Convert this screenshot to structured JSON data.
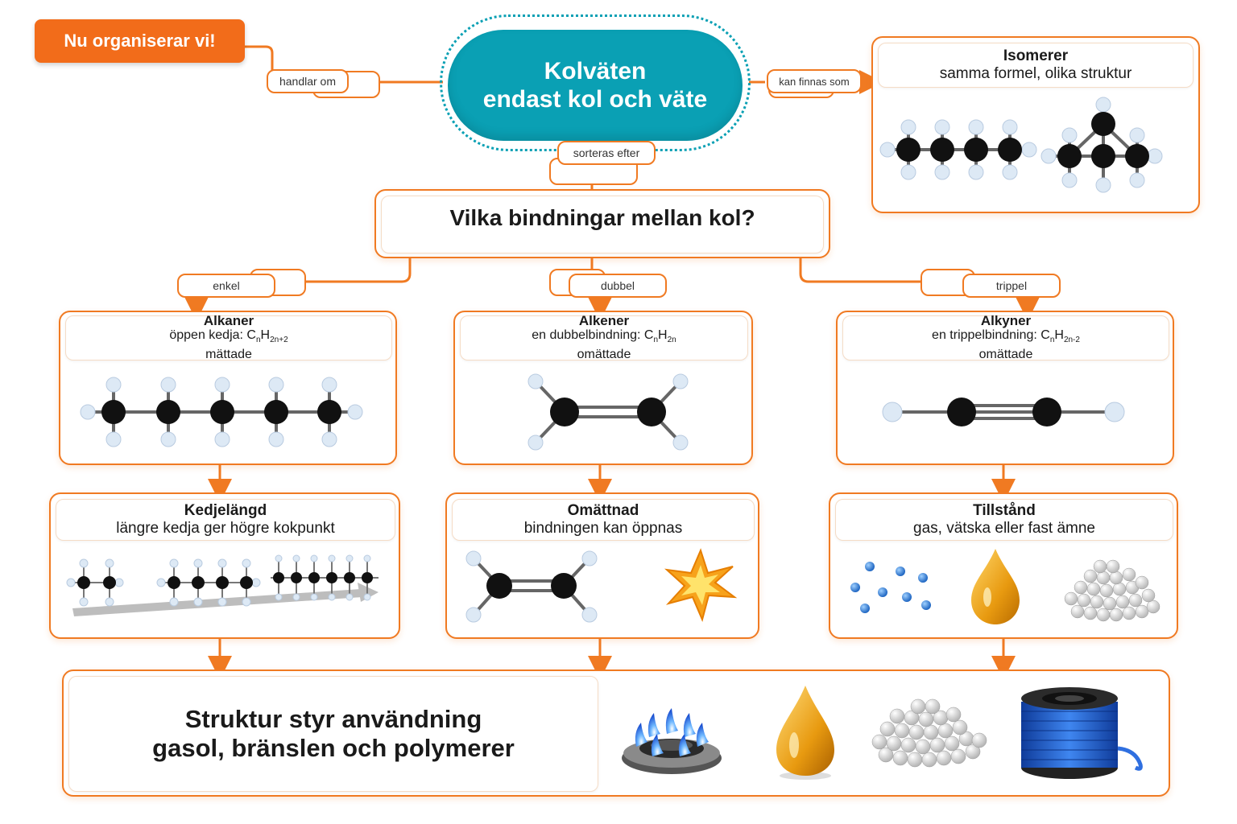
{
  "badge": {
    "label": "Nu organiserar vi!"
  },
  "root": {
    "title": "Kolväten",
    "subtitle": "endast kol och väte"
  },
  "edges": {
    "handlar_om": "handlar om",
    "kan_finnas_som": "kan finnas som",
    "sorteras_efter": "sorteras efter",
    "enkel": "enkel",
    "dubbel": "dubbel",
    "trippel": "trippel"
  },
  "isomerer": {
    "title": "Isomerer",
    "line": "samma formel, olika struktur"
  },
  "question": {
    "title": "Vilka bindningar mellan kol?"
  },
  "alkaner": {
    "title": "Alkaner",
    "formula_prefix": "öppen kedja: C",
    "sub_n": "n",
    "h": "H",
    "sub_h": "2n+2",
    "line2": "mättade"
  },
  "alkener": {
    "title": "Alkener",
    "formula_prefix": "en dubbelbindning: C",
    "sub_n": "n",
    "h": "H",
    "sub_h": "2n",
    "line2": "omättade"
  },
  "alkyner": {
    "title": "Alkyner",
    "formula_prefix": "en trippelbindning: C",
    "sub_n": "n",
    "h": "H",
    "sub_h": "2n-2",
    "line2": "omättade"
  },
  "kedjelangd": {
    "title": "Kedjelängd",
    "line": "längre kedja ger högre kokpunkt"
  },
  "omattnad": {
    "title": "Omättnad",
    "line": "bindningen kan öppnas"
  },
  "tillstand": {
    "title": "Tillstånd",
    "line": "gas, vätska eller fast ämne"
  },
  "bottom": {
    "line1": "Struktur styr användning",
    "line2": "gasol, bränslen och polymerer"
  },
  "colors": {
    "accent": "#f07a22",
    "teal": "#0aa0b4",
    "carbon": "#111111",
    "hydrogen": "#dde9f5"
  }
}
